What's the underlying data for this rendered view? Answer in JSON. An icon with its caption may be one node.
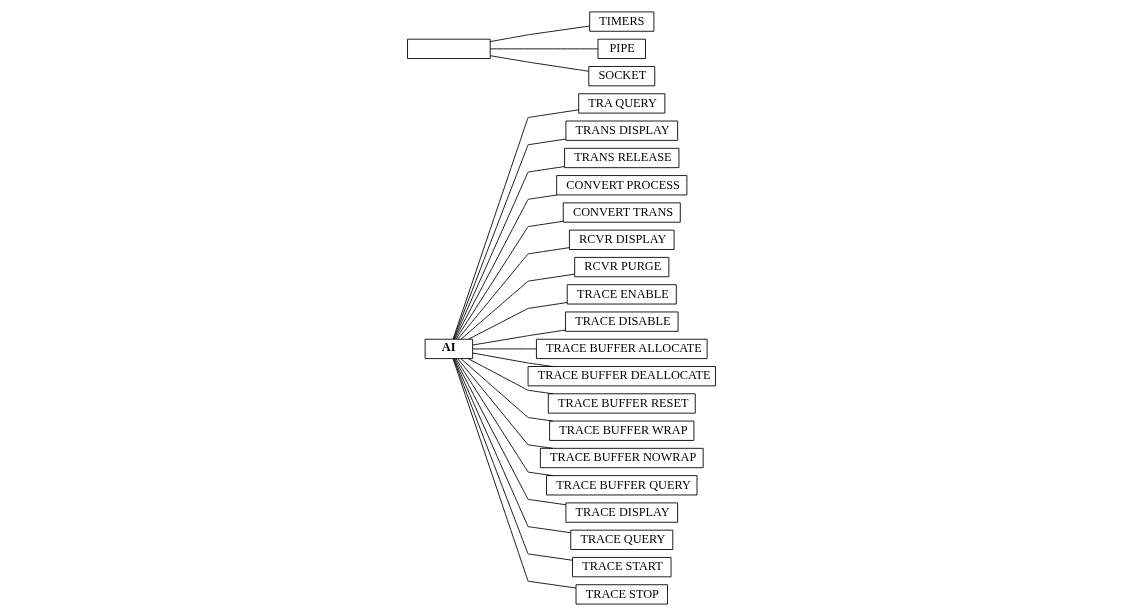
{
  "diagram": {
    "nodes": [
      {
        "text": [
          "AI"
        ]
      },
      {
        "text": [
          "TRA QUERY"
        ]
      },
      {
        "text": [
          "TRANS DISPLAY"
        ]
      },
      {
        "text": [
          "TRANS RELEASE"
        ]
      },
      {
        "text": [
          "CONVERT PROCESS"
        ]
      },
      {
        "text": [
          "CONVERT TRANS"
        ]
      },
      {
        "text": [
          "RCVR DISPLAY"
        ]
      },
      {
        "text": [
          "RCVR PURGE"
        ]
      },
      {
        "text": [
          "TRACE ENABLE"
        ]
      },
      {
        "text": [
          "TRACE DISABLE"
        ]
      },
      {
        "text": [
          "TRACE BUFFER ALLOCATE"
        ]
      },
      {
        "text": [
          "TRACE BUFFER DEALLOCATE"
        ]
      },
      {
        "text": [
          "TRACE BUFFER RESET"
        ]
      },
      {
        "text": [
          "TRACE BUFFER WRAP"
        ]
      },
      {
        "text": [
          "TRACE BUFFER NOWRAP"
        ]
      },
      {
        "text": [
          "TRACE BUFFER QUERY"
        ]
      },
      {
        "text": [
          "TRACE DISPLAY"
        ]
      },
      {
        "text": [
          "TRACE QUERY"
        ]
      },
      {
        "text": [
          "TRACE START"
        ]
      },
      {
        "text": [
          "TRACE STOP"
        ]
      },
      {
        "text": [],
        "shape": "box"
      },
      {
        "text": [
          "TIMERS"
        ]
      },
      {
        "text": [
          "PIPE"
        ]
      },
      {
        "text": [
          "SOCKET"
        ]
      }
    ],
    "edges": [
      {
        "from": 0,
        "to": 1,
        "arrow": "none"
      },
      {
        "from": 0,
        "to": 2,
        "arrow": "none"
      },
      {
        "from": 0,
        "to": 3,
        "arrow": "none"
      },
      {
        "from": 0,
        "to": 4,
        "arrow": "none"
      },
      {
        "from": 0,
        "to": 5,
        "arrow": "none"
      },
      {
        "from": 0,
        "to": 6,
        "arrow": "none"
      },
      {
        "from": 0,
        "to": 7,
        "arrow": "none"
      },
      {
        "from": 0,
        "to": 8,
        "arrow": "none"
      },
      {
        "from": 0,
        "to": 9,
        "arrow": "none"
      },
      {
        "from": 0,
        "to": 10,
        "arrow": "none"
      },
      {
        "from": 0,
        "to": 11,
        "arrow": "none"
      },
      {
        "from": 0,
        "to": 12,
        "arrow": "none"
      },
      {
        "from": 0,
        "to": 13,
        "arrow": "none"
      },
      {
        "from": 0,
        "to": 14,
        "arrow": "none"
      },
      {
        "from": 0,
        "to": 15,
        "arrow": "none"
      },
      {
        "from": 0,
        "to": 16,
        "arrow": "none"
      },
      {
        "from": 0,
        "to": 17,
        "arrow": "none"
      },
      {
        "from": 0,
        "to": 18,
        "arrow": "none"
      },
      {
        "from": 0,
        "to": 19,
        "arrow": "none"
      },
      {
        "from": 20,
        "to": 21,
        "arrow": "none"
      },
      {
        "from": 20,
        "to": 22,
        "arrow": "none"
      },
      {
        "from": 20,
        "to": 23,
        "arrow": "none"
      }
    ]
  }
}
